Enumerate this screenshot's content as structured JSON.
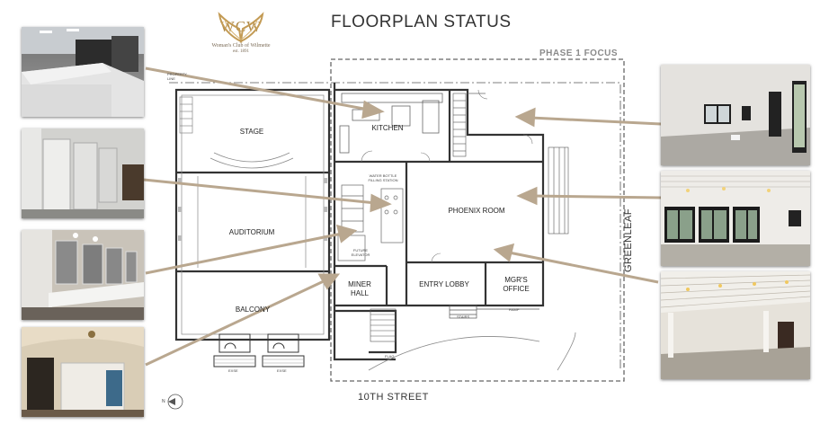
{
  "logo": {
    "mark": "WCW",
    "name": "Woman's Club of Wilmette",
    "est": "est. 1891"
  },
  "title": "FLOORPLAN STATUS",
  "phase_label": "PHASE 1 FOCUS",
  "rooms": {
    "stage": "STAGE",
    "kitchen": "KITCHEN",
    "auditorium": "AUDITORIUM",
    "phoenix_room": "PHOENIX ROOM",
    "balcony": "BALCONY",
    "miner_hall": [
      "MINER",
      "HALL"
    ],
    "entry_lobby": "ENTRY LOBBY",
    "mgr_office": [
      "MGR'S",
      "OFFICE"
    ]
  },
  "small_labels": {
    "water_bottle": [
      "WATER BOTTLE",
      "FILLING STATION"
    ],
    "elevator": [
      "FUTURE",
      "ELEVATOR"
    ],
    "property_line": [
      "PROPERTY",
      "LINE"
    ],
    "stairs": "STAIRS",
    "ramp": "RAMP",
    "flag": "FLAG",
    "egress_1": "EXSE",
    "egress_2": "EXSE",
    "north": "N"
  },
  "streets": {
    "south": "10TH STREET",
    "east": "GREENLEAF"
  },
  "colors": {
    "accent_gold": "#b08a4a",
    "arrow": "#b9a78f",
    "plan_line": "#333333",
    "phase_border": "#666666"
  }
}
